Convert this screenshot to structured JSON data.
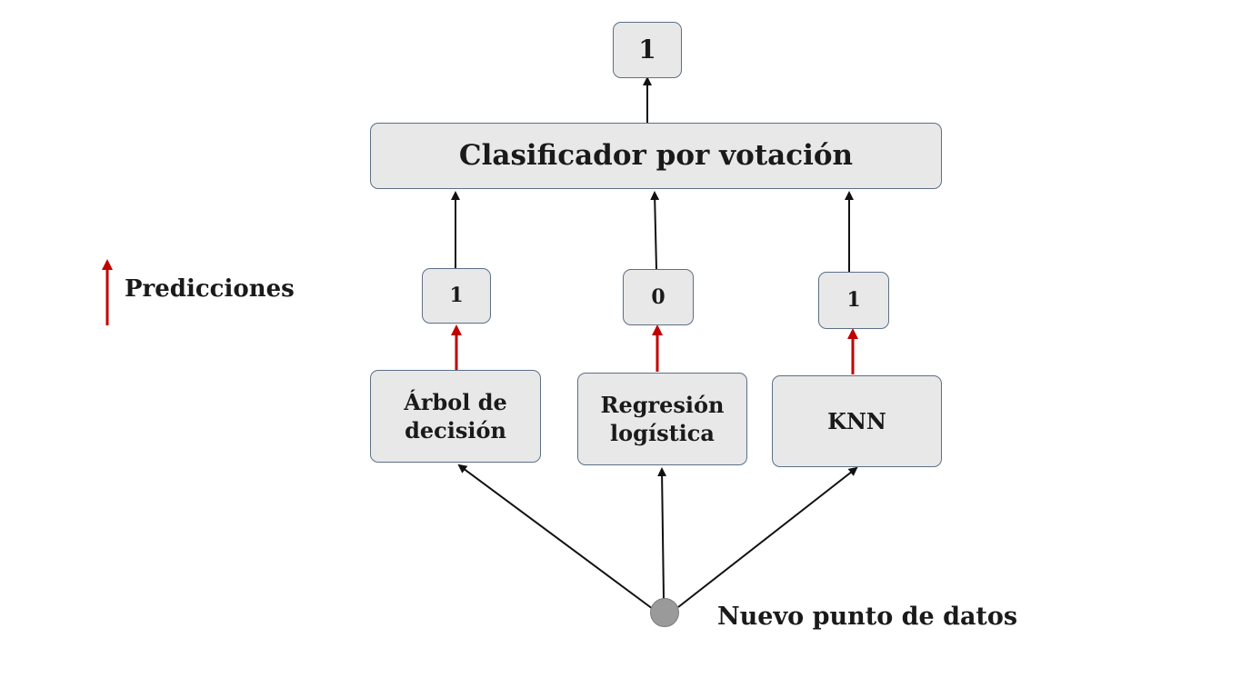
{
  "colors": {
    "box_fill": "#e8e8e8",
    "box_border": "#5d6f86",
    "arrow_black": "#111111",
    "arrow_red": "#c00000",
    "data_point": "#9a9a9a"
  },
  "output": {
    "value": "1"
  },
  "voting_classifier": {
    "label": "Clasificador por votación"
  },
  "predictions": {
    "decision_tree": "1",
    "logistic_regression": "0",
    "knn": "1"
  },
  "models": {
    "decision_tree": {
      "line1": "Árbol de",
      "line2": "decisión"
    },
    "logistic_regression": {
      "line1": "Regresión",
      "line2": "logística"
    },
    "knn": {
      "label": "KNN"
    }
  },
  "legend": {
    "label": "Predicciones"
  },
  "input": {
    "label": "Nuevo punto de datos"
  }
}
